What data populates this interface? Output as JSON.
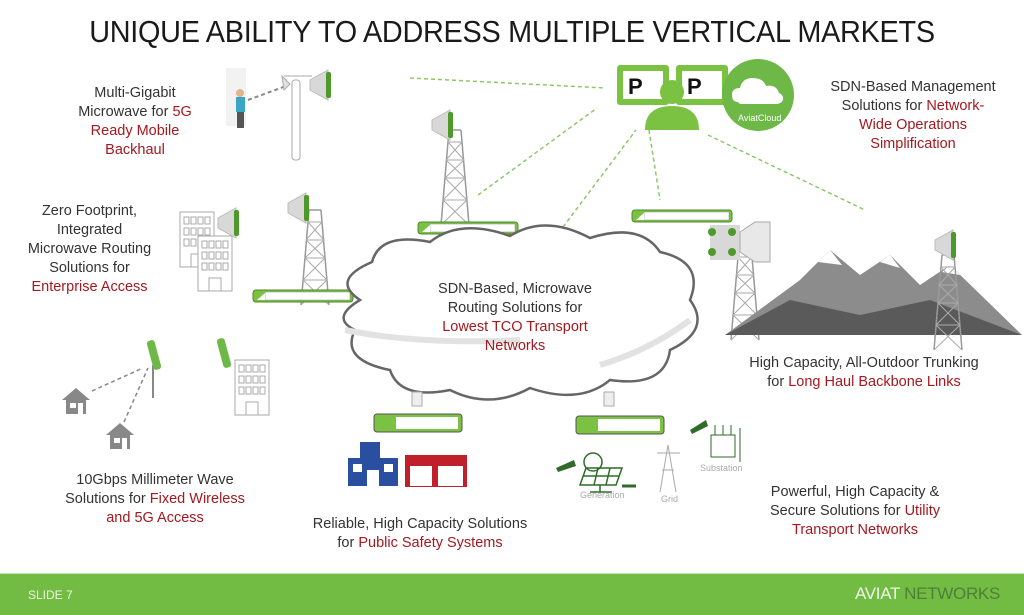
{
  "title": "UNIQUE ABILITY TO ADDRESS MULTIPLE VERTICAL MARKETS",
  "colors": {
    "accent_green": "#72bc44",
    "highlight_red": "#a3191f",
    "text": "#333333"
  },
  "markets": {
    "mobile_backhaul": {
      "plain": "Multi-Gigabit Microwave for ",
      "highlight_a": "5G",
      "highlight_b": "Ready Mobile Backhaul",
      "line1": "Multi-Gigabit",
      "line2": "Microwave for ",
      "line3": "Ready Mobile",
      "line4": "Backhaul"
    },
    "enterprise": {
      "line1": "Zero Footprint,",
      "line2": "Integrated",
      "line3": "Microwave Routing",
      "line4": "Solutions for",
      "highlight": "Enterprise Access"
    },
    "management": {
      "line1": "SDN-Based Management",
      "line2": "Solutions for ",
      "highlight_a": "Network-",
      "highlight_b": "Wide Operations",
      "highlight_c": "Simplification"
    },
    "transport": {
      "line1": "SDN-Based, Microwave",
      "line2": "Routing Solutions for",
      "highlight_a": "Lowest TCO Transport",
      "highlight_b": "Networks"
    },
    "long_haul": {
      "line1": "High Capacity, All-Outdoor Trunking",
      "line2": "for ",
      "highlight": "Long Haul Backbone Links"
    },
    "fixed_wireless": {
      "line1": "10Gbps Millimeter Wave",
      "line2": "Solutions for ",
      "highlight_a": "Fixed Wireless",
      "highlight_b": "and 5G Access"
    },
    "public_safety": {
      "line1": "Reliable, High Capacity Solutions",
      "line2": "for ",
      "highlight": "Public Safety Systems"
    },
    "utility": {
      "line1": "Powerful, High Capacity &",
      "line2": "Secure Solutions for ",
      "highlight_a": "Utility",
      "highlight_b": "Transport Networks"
    }
  },
  "icons": {
    "aviat_cloud_label": "AviatCloud",
    "generation_label": "Generation",
    "grid_label": "Grid",
    "substation_label": "Substation"
  },
  "footer": {
    "slide": "SLIDE 7",
    "brand_a": "AVIAT",
    "brand_b": " NETWORKS"
  }
}
